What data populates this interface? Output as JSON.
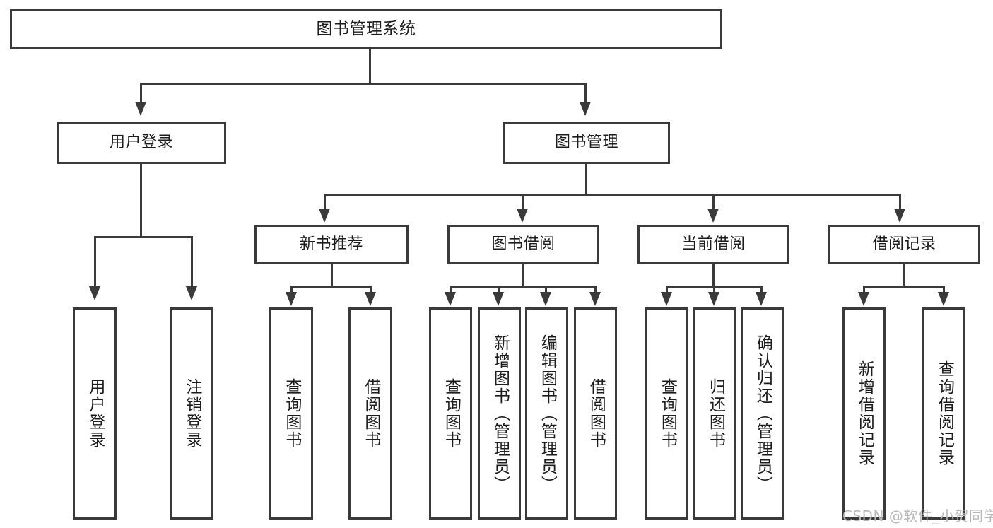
{
  "diagram": {
    "type": "tree-hierarchy",
    "title": "图书管理系统",
    "root": {
      "label": "图书管理系统"
    },
    "level2": [
      {
        "label": "用户登录"
      },
      {
        "label": "图书管理"
      }
    ],
    "level3": [
      {
        "label": "新书推荐"
      },
      {
        "label": "图书借阅"
      },
      {
        "label": "当前借阅"
      },
      {
        "label": "借阅记录"
      }
    ],
    "leaves": {
      "user_login": [
        {
          "label": "用户登录"
        },
        {
          "label": "注销登录"
        }
      ],
      "new_book_recommend": [
        {
          "label": "查询图书"
        },
        {
          "label": "借阅图书"
        }
      ],
      "book_borrow": [
        {
          "label": "查询图书"
        },
        {
          "label": "新增图书（管理员）"
        },
        {
          "label": "编辑图书（管理员）"
        },
        {
          "label": "借阅图书"
        }
      ],
      "current_borrow": [
        {
          "label": "查询图书"
        },
        {
          "label": "归还图书"
        },
        {
          "label": "确认归还（管理员）"
        }
      ],
      "borrow_record": [
        {
          "label": "新增借阅记录"
        },
        {
          "label": "查询借阅记录"
        }
      ]
    }
  },
  "watermark": {
    "text": "CSDN @软件_小贺同学"
  },
  "colors": {
    "stroke": "#3a3a3a",
    "background": "#ffffff",
    "text": "#1c1c1c",
    "watermark": "#b9b9b9"
  }
}
